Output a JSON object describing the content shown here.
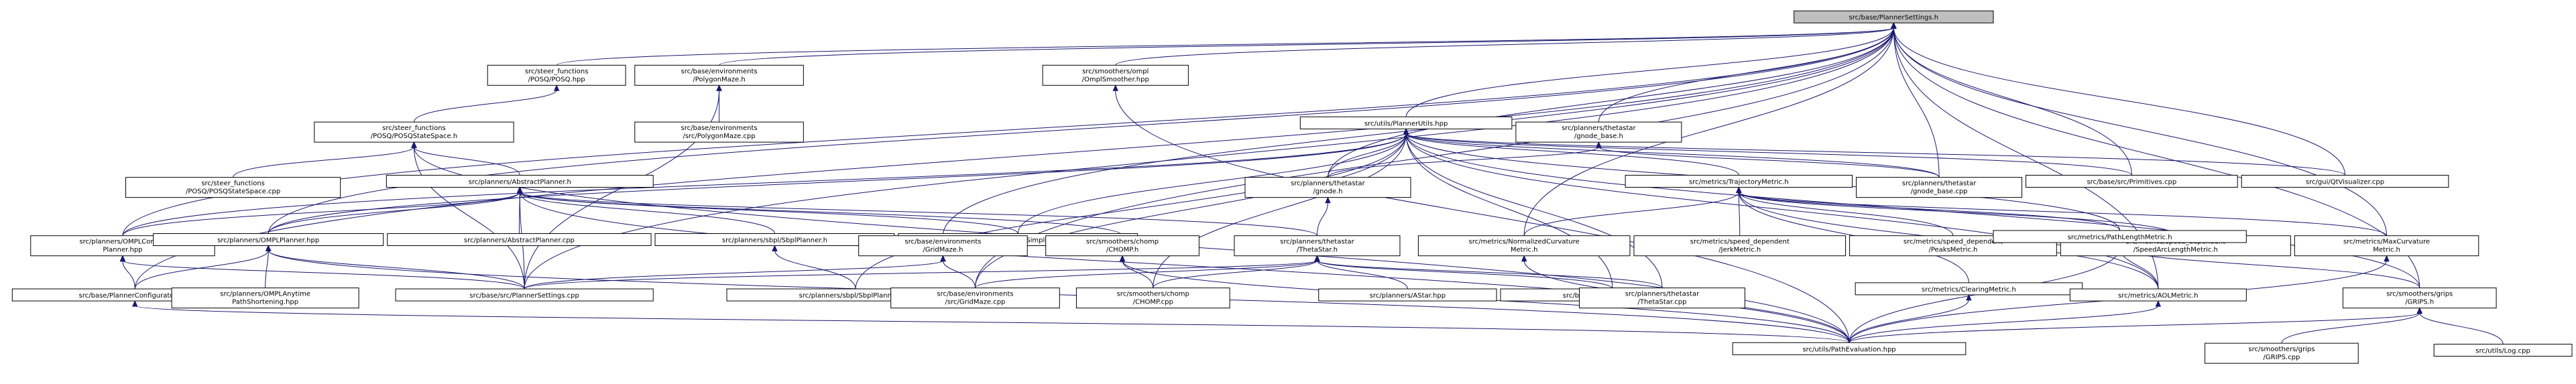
{
  "graph": {
    "nodes": [
      {
        "id": "root",
        "lines": [
          "src/base/PlannerSettings.h"
        ],
        "root": true
      },
      {
        "id": "posq_hpp",
        "lines": [
          "src/steer_functions",
          "/POSQ/POSQ.hpp"
        ]
      },
      {
        "id": "polygonmaze_h",
        "lines": [
          "src/base/environments",
          "/PolygonMaze.h"
        ]
      },
      {
        "id": "omplsmoother_hpp",
        "lines": [
          "src/smoothers/ompl",
          "/OmplSmoother.hpp"
        ]
      },
      {
        "id": "posqstatespace_h",
        "lines": [
          "src/steer_functions",
          "/POSQ/POSQStateSpace.h"
        ]
      },
      {
        "id": "polygonmaze_cpp",
        "lines": [
          "src/base/environments",
          "/src/PolygonMaze.cpp"
        ]
      },
      {
        "id": "plannerutils_hpp",
        "lines": [
          "src/utils/PlannerUtils.hpp"
        ]
      },
      {
        "id": "gnode_base_h",
        "lines": [
          "src/planners/thetastar",
          "/gnode_base.h"
        ]
      },
      {
        "id": "posqstatespace_cpp",
        "lines": [
          "src/steer_functions",
          "/POSQ/POSQStateSpace.cpp"
        ]
      },
      {
        "id": "abstractplanner_h",
        "lines": [
          "src/planners/AbstractPlanner.h"
        ]
      },
      {
        "id": "gnode_h",
        "lines": [
          "src/planners/thetastar",
          "/gnode.h"
        ]
      },
      {
        "id": "trajectorymetric_h",
        "lines": [
          "src/metrics/TrajectoryMetric.h"
        ]
      },
      {
        "id": "gnode_base_cpp",
        "lines": [
          "src/planners/thetastar",
          "/gnode_base.cpp"
        ]
      },
      {
        "id": "primitives_cpp",
        "lines": [
          "src/base/src/Primitives.cpp"
        ]
      },
      {
        "id": "qtvisualizer_cpp",
        "lines": [
          "src/gui/QtVisualizer.cpp"
        ]
      },
      {
        "id": "omplcontrolplanner_hpp",
        "lines": [
          "src/planners/OMPLControl",
          "Planner.hpp"
        ]
      },
      {
        "id": "omplplanner_hpp",
        "lines": [
          "src/planners/OMPLPlanner.hpp"
        ]
      },
      {
        "id": "abstractplanner_cpp",
        "lines": [
          "src/planners/AbstractPlanner.cpp"
        ]
      },
      {
        "id": "sbplplanner_h",
        "lines": [
          "src/planners/sbpl/SbplPlanner.h"
        ]
      },
      {
        "id": "omplsimplifier_hpp",
        "lines": [
          "src/planners/OMPLSimplifier.hpp"
        ]
      },
      {
        "id": "gridmaze_h",
        "lines": [
          "src/base/environments",
          "/GridMaze.h"
        ]
      },
      {
        "id": "chomp_h",
        "lines": [
          "src/smoothers/chomp",
          "/CHOMP.h"
        ]
      },
      {
        "id": "thetastar_h",
        "lines": [
          "src/planners/thetastar",
          "/ThetaStar.h"
        ]
      },
      {
        "id": "normalizedcurvature_h",
        "lines": [
          "src/metrics/NormalizedCurvature",
          "Metric.h"
        ]
      },
      {
        "id": "jerkmetric_h",
        "lines": [
          "src/metrics/speed_dependent",
          "/JerkMetric.h"
        ]
      },
      {
        "id": "peaksmetric_h",
        "lines": [
          "src/metrics/speed_dependent",
          "/PeaksMetric.h"
        ]
      },
      {
        "id": "speedarclength_h",
        "lines": [
          "src/metrics/speed_dependent",
          "/SpeedArcLengthMetric.h"
        ]
      },
      {
        "id": "pathlengthmetric_h",
        "lines": [
          "src/metrics/PathLengthMetric.h"
        ]
      },
      {
        "id": "maxcurvature_h",
        "lines": [
          "src/metrics/MaxCurvature",
          "Metric.h"
        ]
      },
      {
        "id": "plannerconfigurator_hpp",
        "lines": [
          "src/base/PlannerConfigurator.hpp"
        ]
      },
      {
        "id": "omplanytime_hpp",
        "lines": [
          "src/planners/OMPLAnytime",
          "PathShortening.hpp"
        ]
      },
      {
        "id": "plannersettings_cpp",
        "lines": [
          "src/base/src/PlannerSettings.cpp"
        ]
      },
      {
        "id": "sbplplanner_cpp",
        "lines": [
          "src/planners/sbpl/SbplPlanner.cpp"
        ]
      },
      {
        "id": "gridmaze_cpp",
        "lines": [
          "src/base/environments",
          "/src/GridMaze.cpp"
        ]
      },
      {
        "id": "chomp_cpp",
        "lines": [
          "src/smoothers/chomp",
          "/CHOMP.cpp"
        ]
      },
      {
        "id": "astar_hpp",
        "lines": [
          "src/planners/AStar.hpp"
        ]
      },
      {
        "id": "environment_cpp",
        "lines": [
          "src/base/src/Environment.cpp"
        ]
      },
      {
        "id": "thetastar_cpp",
        "lines": [
          "src/planners/thetastar",
          "/ThetaStar.cpp"
        ]
      },
      {
        "id": "clearingmetric_h",
        "lines": [
          "src/metrics/ClearingMetric.h"
        ]
      },
      {
        "id": "aolmetric_h",
        "lines": [
          "src/metrics/AOLMetric.h"
        ]
      },
      {
        "id": "grips_h",
        "lines": [
          "src/smoothers/grips",
          "/GRIPS.h"
        ]
      },
      {
        "id": "pathevaluation_hpp",
        "lines": [
          "src/utils/PathEvaluation.hpp"
        ]
      },
      {
        "id": "grips_cpp",
        "lines": [
          "src/smoothers/grips",
          "/GRIPS.cpp"
        ]
      },
      {
        "id": "log_cpp",
        "lines": [
          "src/utils/Log.cpp"
        ]
      }
    ],
    "edges": [
      [
        "posq_hpp",
        "root"
      ],
      [
        "polygonmaze_h",
        "root"
      ],
      [
        "omplsmoother_hpp",
        "root"
      ],
      [
        "plannerutils_hpp",
        "root"
      ],
      [
        "gnode_base_h",
        "root"
      ],
      [
        "gnode_h",
        "root"
      ],
      [
        "normalizedcurvature_h",
        "root"
      ],
      [
        "gnode_base_cpp",
        "root"
      ],
      [
        "primitives_cpp",
        "root"
      ],
      [
        "qtvisualizer_cpp",
        "root"
      ],
      [
        "omplcontrolplanner_hpp",
        "root"
      ],
      [
        "omplplanner_hpp",
        "root"
      ],
      [
        "gridmaze_h",
        "root"
      ],
      [
        "maxcurvature_h",
        "root"
      ],
      [
        "plannerconfigurator_hpp",
        "root"
      ],
      [
        "plannersettings_cpp",
        "root"
      ],
      [
        "gridmaze_cpp",
        "root"
      ],
      [
        "aolmetric_h",
        "root"
      ],
      [
        "grips_h",
        "root"
      ],
      [
        "posqstatespace_h",
        "posq_hpp"
      ],
      [
        "polygonmaze_cpp",
        "polygonmaze_h"
      ],
      [
        "plannersettings_cpp",
        "polygonmaze_h"
      ],
      [
        "pathevaluation_hpp",
        "omplsmoother_hpp"
      ],
      [
        "posqstatespace_cpp",
        "posqstatespace_h"
      ],
      [
        "abstractplanner_h",
        "posqstatespace_h"
      ],
      [
        "plannersettings_cpp",
        "posqstatespace_h"
      ],
      [
        "pathevaluation_hpp",
        "posqstatespace_h"
      ],
      [
        "gnode_h",
        "plannerutils_hpp"
      ],
      [
        "trajectorymetric_h",
        "plannerutils_hpp"
      ],
      [
        "gnode_base_cpp",
        "plannerutils_hpp"
      ],
      [
        "primitives_cpp",
        "plannerutils_hpp"
      ],
      [
        "qtvisualizer_cpp",
        "plannerutils_hpp"
      ],
      [
        "omplcontrolplanner_hpp",
        "plannerutils_hpp"
      ],
      [
        "omplplanner_hpp",
        "plannerutils_hpp"
      ],
      [
        "omplsimplifier_hpp",
        "plannerutils_hpp"
      ],
      [
        "gridmaze_cpp",
        "plannerutils_hpp"
      ],
      [
        "chomp_cpp",
        "plannerutils_hpp"
      ],
      [
        "environment_cpp",
        "plannerutils_hpp"
      ],
      [
        "thetastar_cpp",
        "plannerutils_hpp"
      ],
      [
        "pathlengthmetric_h",
        "plannerutils_hpp"
      ],
      [
        "aolmetric_h",
        "plannerutils_hpp"
      ],
      [
        "grips_h",
        "plannerutils_hpp"
      ],
      [
        "sbplplanner_cpp",
        "plannerutils_hpp"
      ],
      [
        "gnode_h",
        "gnode_base_h"
      ],
      [
        "gnode_base_cpp",
        "gnode_base_h"
      ],
      [
        "omplcontrolplanner_hpp",
        "abstractplanner_h"
      ],
      [
        "omplplanner_hpp",
        "abstractplanner_h"
      ],
      [
        "abstractplanner_cpp",
        "abstractplanner_h"
      ],
      [
        "sbplplanner_h",
        "abstractplanner_h"
      ],
      [
        "omplsimplifier_hpp",
        "abstractplanner_h"
      ],
      [
        "chomp_h",
        "abstractplanner_h"
      ],
      [
        "thetastar_h",
        "abstractplanner_h"
      ],
      [
        "plannersettings_cpp",
        "abstractplanner_h"
      ],
      [
        "pathevaluation_hpp",
        "abstractplanner_h"
      ],
      [
        "thetastar_h",
        "gnode_h"
      ],
      [
        "normalizedcurvature_h",
        "trajectorymetric_h"
      ],
      [
        "jerkmetric_h",
        "trajectorymetric_h"
      ],
      [
        "peaksmetric_h",
        "trajectorymetric_h"
      ],
      [
        "speedarclength_h",
        "trajectorymetric_h"
      ],
      [
        "clearingmetric_h",
        "trajectorymetric_h"
      ],
      [
        "pathlengthmetric_h",
        "trajectorymetric_h"
      ],
      [
        "maxcurvature_h",
        "trajectorymetric_h"
      ],
      [
        "aolmetric_h",
        "trajectorymetric_h"
      ],
      [
        "plannerconfigurator_hpp",
        "omplcontrolplanner_hpp"
      ],
      [
        "plannersettings_cpp",
        "omplcontrolplanner_hpp"
      ],
      [
        "plannerconfigurator_hpp",
        "omplplanner_hpp"
      ],
      [
        "omplanytime_hpp",
        "omplplanner_hpp"
      ],
      [
        "plannersettings_cpp",
        "omplplanner_hpp"
      ],
      [
        "pathevaluation_hpp",
        "omplplanner_hpp"
      ],
      [
        "sbplplanner_cpp",
        "sbplplanner_h"
      ],
      [
        "gridmaze_cpp",
        "gridmaze_h"
      ],
      [
        "plannersettings_cpp",
        "gridmaze_h"
      ],
      [
        "chomp_cpp",
        "chomp_h"
      ],
      [
        "pathevaluation_hpp",
        "chomp_h"
      ],
      [
        "gridmaze_cpp",
        "thetastar_h"
      ],
      [
        "chomp_cpp",
        "thetastar_h"
      ],
      [
        "astar_hpp",
        "thetastar_h"
      ],
      [
        "environment_cpp",
        "thetastar_h"
      ],
      [
        "thetastar_cpp",
        "thetastar_h"
      ],
      [
        "plannersettings_cpp",
        "thetastar_h"
      ],
      [
        "pathevaluation_hpp",
        "normalizedcurvature_h"
      ],
      [
        "aolmetric_h",
        "pathlengthmetric_h"
      ],
      [
        "grips_h",
        "pathlengthmetric_h"
      ],
      [
        "pathevaluation_hpp",
        "pathlengthmetric_h"
      ],
      [
        "pathevaluation_hpp",
        "maxcurvature_h"
      ],
      [
        "pathevaluation_hpp",
        "plannerconfigurator_hpp"
      ],
      [
        "pathevaluation_hpp",
        "clearingmetric_h"
      ],
      [
        "pathevaluation_hpp",
        "aolmetric_h"
      ],
      [
        "pathevaluation_hpp",
        "grips_h"
      ],
      [
        "grips_cpp",
        "grips_h"
      ],
      [
        "log_cpp",
        "grips_h"
      ]
    ]
  }
}
